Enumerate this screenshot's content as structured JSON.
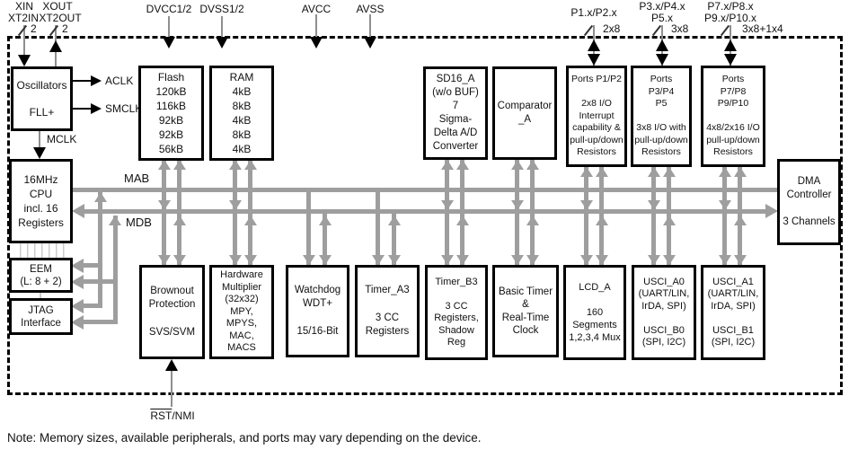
{
  "pins": {
    "xin": "XIN",
    "xt2in": "XT2IN",
    "xout": "XOUT",
    "xt2out": "XT2OUT",
    "xin_bus_width": "2",
    "xout_bus_width": "2",
    "dvcc": "DVCC1/2",
    "dvss": "DVSS1/2",
    "avcc": "AVCC",
    "avss": "AVSS",
    "p12": "P1.x/P2.x",
    "p12_bus_width": "2x8",
    "p345_line1": "P3.x/P4.x",
    "p345_line2": "P5.x",
    "p345_bus_width": "3x8",
    "p78_line1": "P7.x/P8.x",
    "p78_line2": "P9.x/P10.x",
    "p78_bus_width": "3x8+1x4",
    "rst": "RST",
    "rst_suffix": "/NMI"
  },
  "clocks": {
    "aclk": "ACLK",
    "smclk": "SMCLK",
    "mclk": "MCLK"
  },
  "buses": {
    "address": "MAB",
    "data": "MDB"
  },
  "blocks": {
    "oscillators": "Oscillators\n\nFLL+",
    "cpu": "16MHz\nCPU\nincl. 16\nRegisters",
    "eem": "EEM\n(L: 8 + 2)",
    "jtag": "JTAG\nInterface",
    "flash": "Flash\n120kB\n116kB\n92kB\n92kB\n56kB",
    "ram": "RAM\n4kB\n8kB\n4kB\n8kB\n4kB",
    "sd16": "SD16_A\n(w/o BUF)\n7\nSigma-\nDelta A/D\nConverter",
    "comparator": "Comparator\n_A",
    "ports_p1p2": "Ports P1/P2\n\n2x8 I/O\nInterrupt\ncapability &\npull-up/down\nResistors",
    "ports_p3p4p5": "Ports\nP3/P4\nP5\n\n3x8 I/O with\npull-up/down\nResistors",
    "ports_p7p10": "Ports\nP7/P8\nP9/P10\n\n4x8/2x16 I/O\npull-up/down\nResistors",
    "dma": "DMA\nController\n\n3 Channels",
    "brownout": "Brownout\nProtection\n\nSVS/SVM",
    "multiplier": "Hardware\nMultiplier\n(32x32)\nMPY,\nMPYS,\nMAC,\nMACS",
    "watchdog": "Watchdog\nWDT+\n\n15/16-Bit",
    "timer_a3": "Timer_A3\n\n3 CC\nRegisters",
    "timer_b3": "Timer_B3\n\n3 CC\nRegisters,\nShadow\nReg",
    "basic_timer": "Basic Timer\n&\nReal-Time\nClock",
    "lcd": "LCD_A\n\n160\nSegments\n1,2,3,4 Mux",
    "usci_a0": "USCI_A0\n(UART/LIN,\nIrDA, SPI)\n\nUSCI_B0\n(SPI, I2C)",
    "usci_a1": "USCI_A1\n(UART/LIN,\nIrDA, SPI)\n\nUSCI_B1\n(SPI, I2C)"
  },
  "note": "Note: Memory sizes, available peripherals, and ports may vary depending on the device.",
  "colors": {
    "bus_gray": "#9e9e9e",
    "signal_gray": "#8f8f8f",
    "ribbon_gray": "#cccccc",
    "line_black": "#000000"
  }
}
